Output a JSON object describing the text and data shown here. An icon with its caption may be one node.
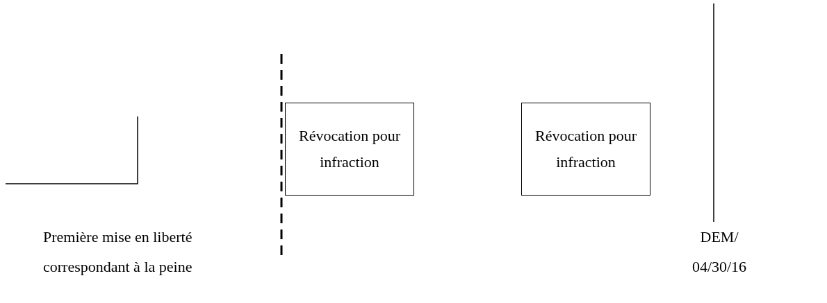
{
  "diagram": {
    "nodes": [
      {
        "text": [
          "Révocation pour infraction"
        ]
      },
      {
        "text": [
          "Révocation pour infraction"
        ]
      }
    ],
    "labels": [
      "Première mise en liberté correspondant à la peine",
      "DEM/ 04/30/16"
    ]
  }
}
